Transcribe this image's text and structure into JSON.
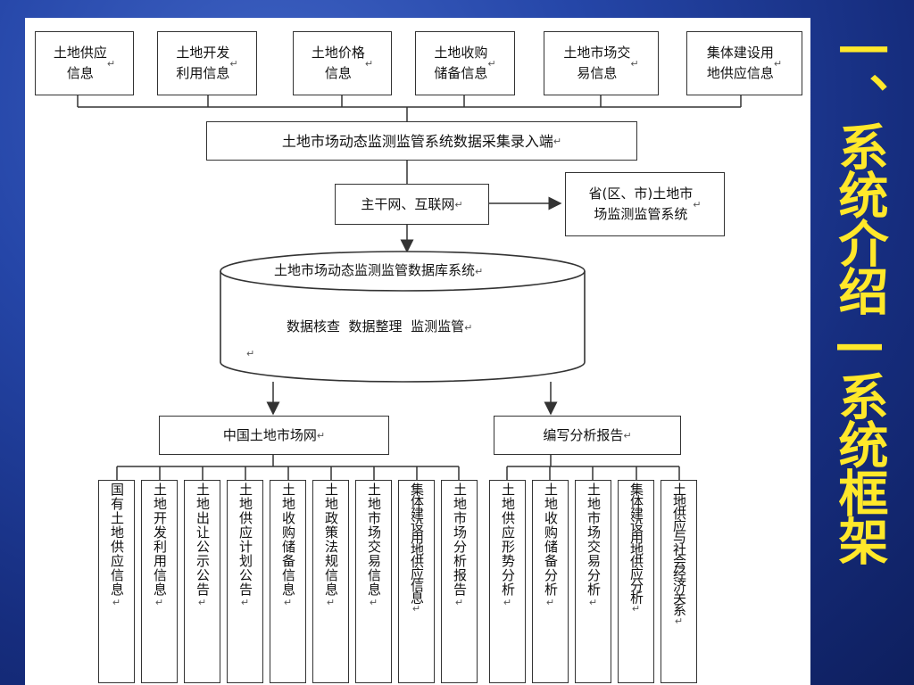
{
  "slide_title": "一、系统介绍—系统框架",
  "enter_mark": "↵",
  "sources": [
    "土地供应\n信息",
    "土地开发\n利用信息",
    "土地价格\n信息",
    "土地收购\n储备信息",
    "土地市场交\n易信息",
    "集体建设用\n地供应信息"
  ],
  "collection": "土地市场动态监测监管系统数据采集录入端",
  "network": "主干网、互联网",
  "provincial": "省(区、市)土地市\n场监测监管系统",
  "database": {
    "title": "土地市场动态监测监管数据库系统",
    "functions": "数据核查  数据整理  监测监管"
  },
  "outputs": {
    "website": "中国土地市场网",
    "reports": "编写分析报告"
  },
  "website_items": [
    "国有土地供应信息",
    "土地开发利用信息",
    "土地出让公示公告",
    "土地供应计划公告",
    "土地收购储备信息",
    "土地政策法规信息",
    "土地市场交易信息",
    "集体建设用地供应信息",
    "土地市场分析报告"
  ],
  "report_items": [
    "土地供应形势分析",
    "土地收购储备分析",
    "土地市场交易分析",
    "集体建设用地供应分析",
    "土地供应与社会经济关系"
  ]
}
